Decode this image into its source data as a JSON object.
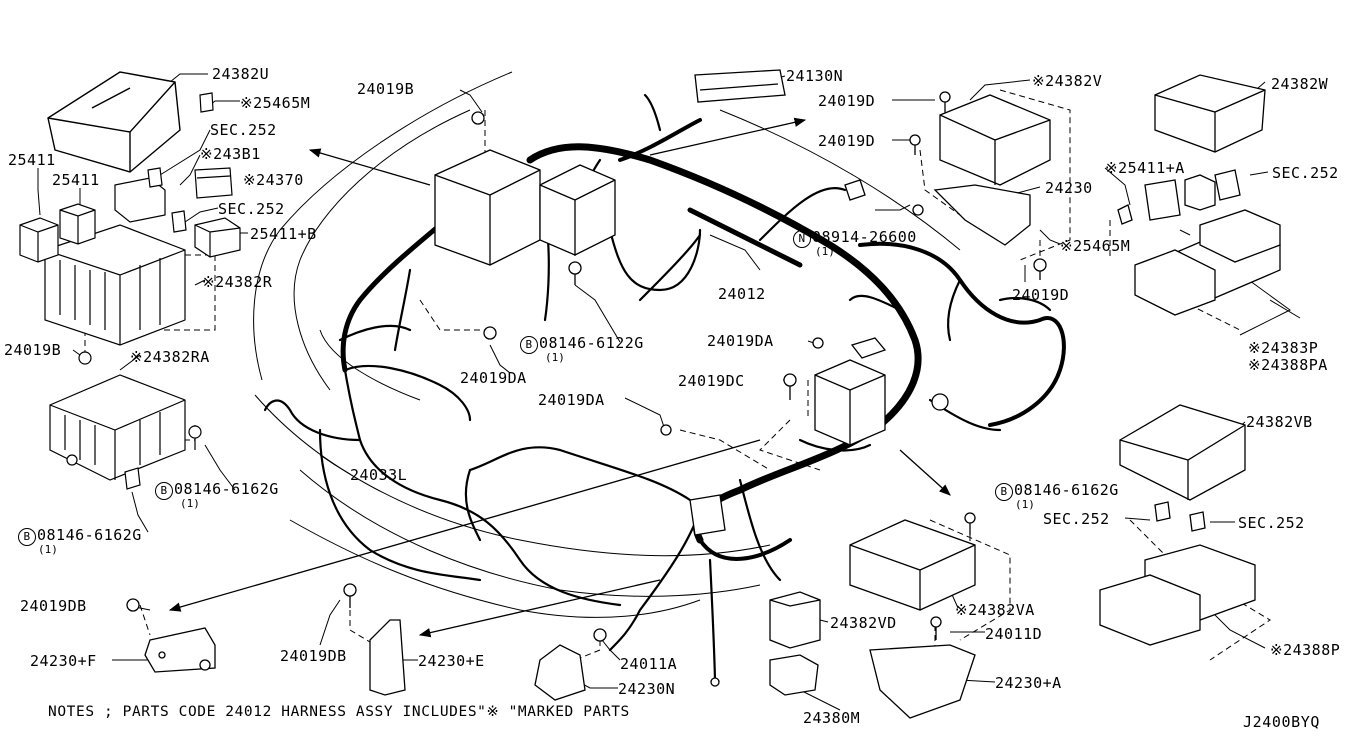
{
  "labels": {
    "l_24382U": "24382U",
    "l_25465M_a": "※25465M",
    "l_sec252_a": "SEC.252",
    "l_243B1": "※243B1",
    "l_24370": "※24370",
    "l_sec252_b": "SEC.252",
    "l_25411_a": "25411",
    "l_25411_b": "25411",
    "l_25411B": "25411+B",
    "l_24382R": "※24382R",
    "l_24019B_a": "24019B",
    "l_24382RA": "※24382RA",
    "l_08146_6162G_a": "08146-6162G",
    "l_08146_6162G_b": "08146-6162G",
    "l_24019B_top": "24019B",
    "l_24130N": "24130N",
    "l_24019D_a": "24019D",
    "l_24382V": "※24382V",
    "l_24019D_b": "24019D",
    "l_24230": "24230",
    "l_08914_26600": "08914-26600",
    "l_25465M_b": "※25465M",
    "l_24019D_c": "24019D",
    "l_24012": "24012",
    "l_08146_6122G": "08146-6122G",
    "l_24019DA_a": "24019DA",
    "l_24019DA_b": "24019DA",
    "l_24019DC": "24019DC",
    "l_24019DA_c": "24019DA",
    "l_24033L": "24033L",
    "l_24382W": "24382W",
    "l_25411A": "※25411+A",
    "l_sec252_c": "SEC.252",
    "l_24383P": "※24383P",
    "l_24388PA": "※24388PA",
    "l_24382VB": "24382VB",
    "l_08146_6162G_c": "08146-6162G",
    "l_sec252_d": "SEC.252",
    "l_sec252_e": "SEC.252",
    "l_24382VA": "※24382VA",
    "l_24388P": "※24388P",
    "l_24382VD": "24382VD",
    "l_24011D": "24011D",
    "l_24230A": "24230+A",
    "l_24380M": "24380M",
    "l_24019DB_a": "24019DB",
    "l_24230F": "24230+F",
    "l_24019DB_b": "24019DB",
    "l_24230E": "24230+E",
    "l_24011A": "24011A",
    "l_24230N": "24230N"
  },
  "qty": "(1)",
  "bolt_symbol": "B",
  "nut_symbol": "N",
  "note": "NOTES ; PARTS CODE 24012 HARNESS ASSY INCLUDES\"※ \"MARKED PARTS",
  "diagram_code": "J2400BYQ"
}
